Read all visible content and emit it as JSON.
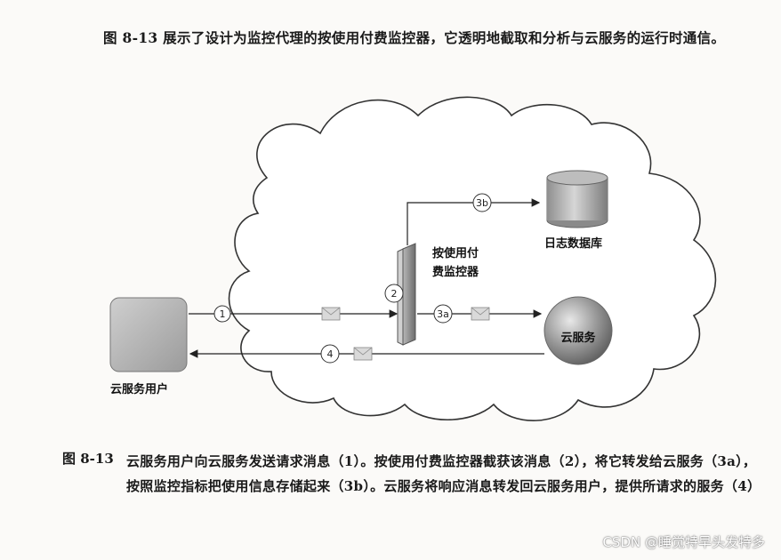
{
  "intro": {
    "text": "图 8-13 展示了设计为监控代理的按使用付费监控器，它透明地截取和分析与云服务的运行时通信。"
  },
  "figure": {
    "monitor_label_line1": "按使用付",
    "monitor_label_line2": "费监控器",
    "database_label": "日志数据库",
    "cloud_service_label": "云服务",
    "consumer_label": "云服务用户",
    "step1": "1",
    "step2": "2",
    "step3a": "3a",
    "step3b": "3b",
    "step4": "4"
  },
  "caption": {
    "id": "图 8-13",
    "text": "云服务用户向云服务发送请求消息（1）。按使用付费监控器截获该消息（2），将它转发给云服务（3a），按照监控指标把使用信息存储起来（3b）。云服务将响应消息转发回云服务用户，提供所请求的服务（4）"
  },
  "watermark": "CSDN @睡觉特早头发特多"
}
